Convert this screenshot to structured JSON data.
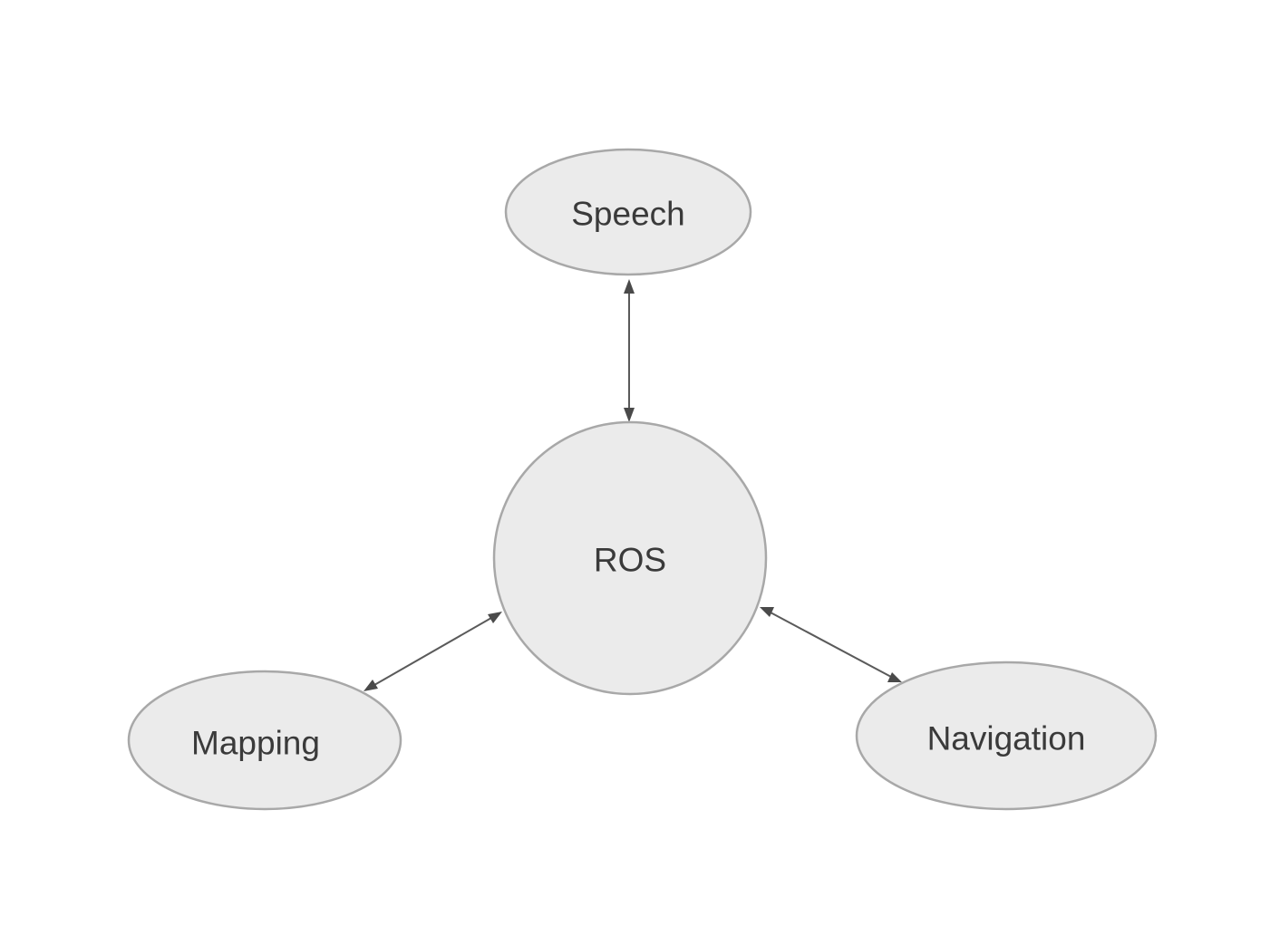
{
  "diagram": {
    "nodes": {
      "ros": {
        "label": "ROS",
        "shape": "circle"
      },
      "speech": {
        "label": "Speech",
        "shape": "ellipse"
      },
      "mapping": {
        "label": "Mapping",
        "shape": "ellipse"
      },
      "navigation": {
        "label": "Navigation",
        "shape": "ellipse"
      }
    },
    "edges": [
      {
        "from": "ros",
        "to": "speech",
        "direction": "bidirectional"
      },
      {
        "from": "ros",
        "to": "mapping",
        "direction": "bidirectional"
      },
      {
        "from": "ros",
        "to": "navigation",
        "direction": "bidirectional"
      }
    ],
    "colors": {
      "node_fill": "#ebebeb",
      "node_stroke": "#a8a8a8",
      "edge": "#5a5a5a",
      "text": "#3a3a3a",
      "background": "#ffffff"
    }
  }
}
